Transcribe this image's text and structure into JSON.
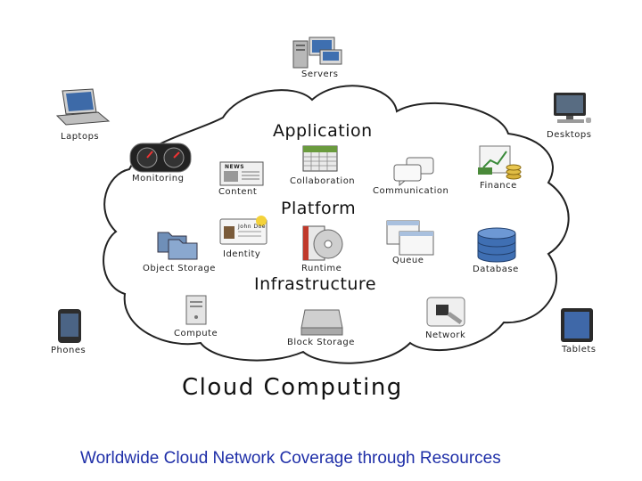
{
  "title": "Cloud Computing",
  "caption": "Worldwide Cloud  Network Coverage through Resources",
  "layers": {
    "application": "Application",
    "platform": "Platform",
    "infrastructure": "Infrastructure"
  },
  "devices": {
    "servers": "Servers",
    "laptops": "Laptops",
    "desktops": "Desktops",
    "phones": "Phones",
    "tablets": "Tablets"
  },
  "services": {
    "monitoring": "Monitoring",
    "content": "Content",
    "collaboration": "Collaboration",
    "communication": "Communication",
    "finance": "Finance",
    "identity": "Identity",
    "object_storage": "Object Storage",
    "runtime": "Runtime",
    "queue": "Queue",
    "database": "Database",
    "compute": "Compute",
    "block_storage": "Block Storage",
    "network": "Network"
  },
  "identity_card_name": "John Doe",
  "news_label": "NEWS",
  "colors": {
    "caption": "#1f2fa8",
    "cloud_outline": "#222222"
  }
}
